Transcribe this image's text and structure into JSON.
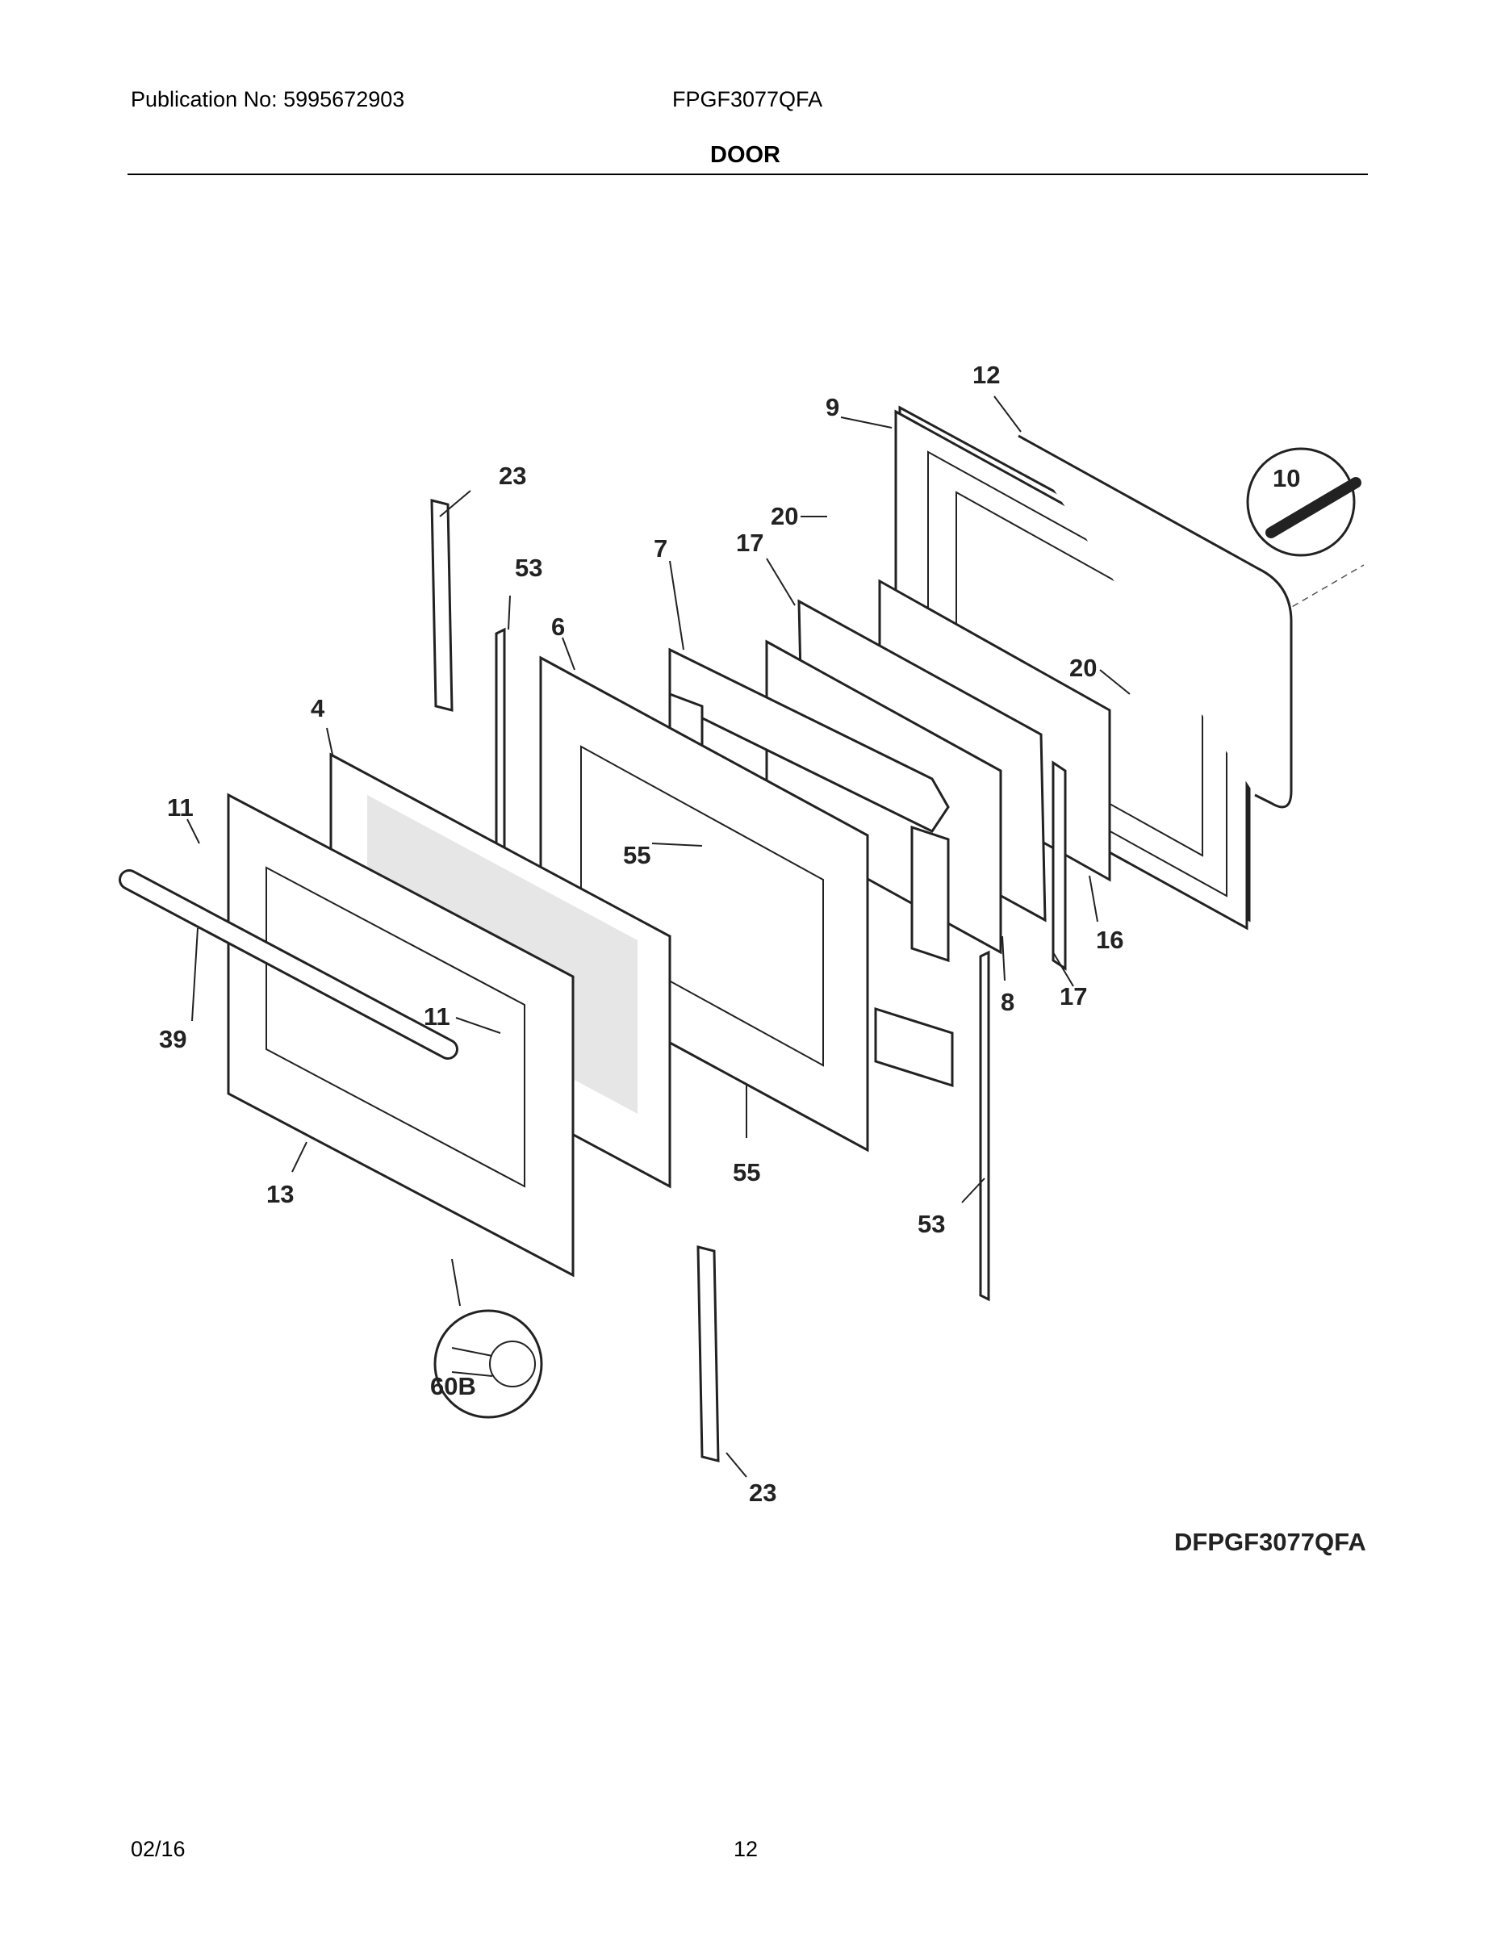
{
  "header": {
    "publication": "Publication No: 5995672903",
    "model": "FPGF3077QFA",
    "section": "DOOR"
  },
  "diagram": {
    "code": "DFPGF3077QFA",
    "callouts": {
      "c4": "4",
      "c6": "6",
      "c7": "7",
      "c8": "8",
      "c9": "9",
      "c10": "10",
      "c11a": "11",
      "c11b": "11",
      "c12": "12",
      "c13": "13",
      "c16": "16",
      "c17a": "17",
      "c17b": "17",
      "c20a": "20",
      "c20b": "20",
      "c23a": "23",
      "c23b": "23",
      "c39": "39",
      "c53a": "53",
      "c53b": "53",
      "c55a": "55",
      "c55b": "55",
      "c60b": "60B"
    }
  },
  "footer": {
    "date": "02/16",
    "page": "12"
  }
}
